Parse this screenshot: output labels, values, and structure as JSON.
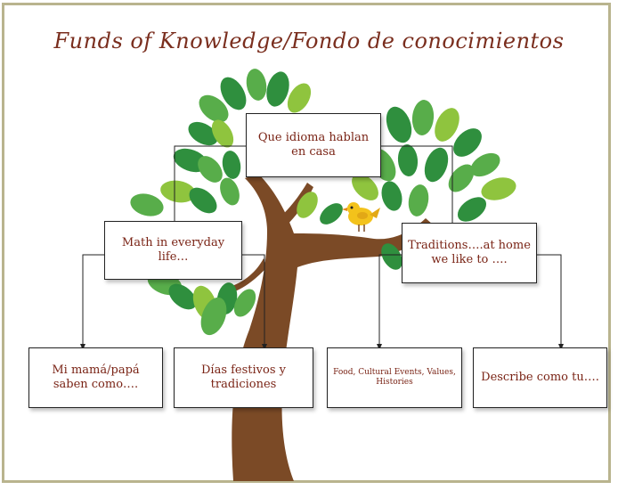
{
  "title": "Funds of Knowledge/Fondo de conocimientos",
  "colors": {
    "trunk": "#7b4a26",
    "leaf_dark": "#2f8f3e",
    "leaf_mid": "#58ad4a",
    "leaf_light": "#8fc43e",
    "bird": "#f3c21b",
    "text": "#7a2416",
    "border": "#b9b48e"
  },
  "nodes": {
    "root": "Que idioma hablan en casa",
    "math": "Math in everyday life…",
    "traditions": "Traditions….at home we like to ….",
    "mama": "Mi mamá/papá saben como….",
    "dias": "Días festivos y tradiciones",
    "food": "Food, Cultural Events, Values, Histories",
    "describe": "Describe como tu…."
  },
  "decorations": [
    "tree-illustration",
    "yellow-bird"
  ]
}
